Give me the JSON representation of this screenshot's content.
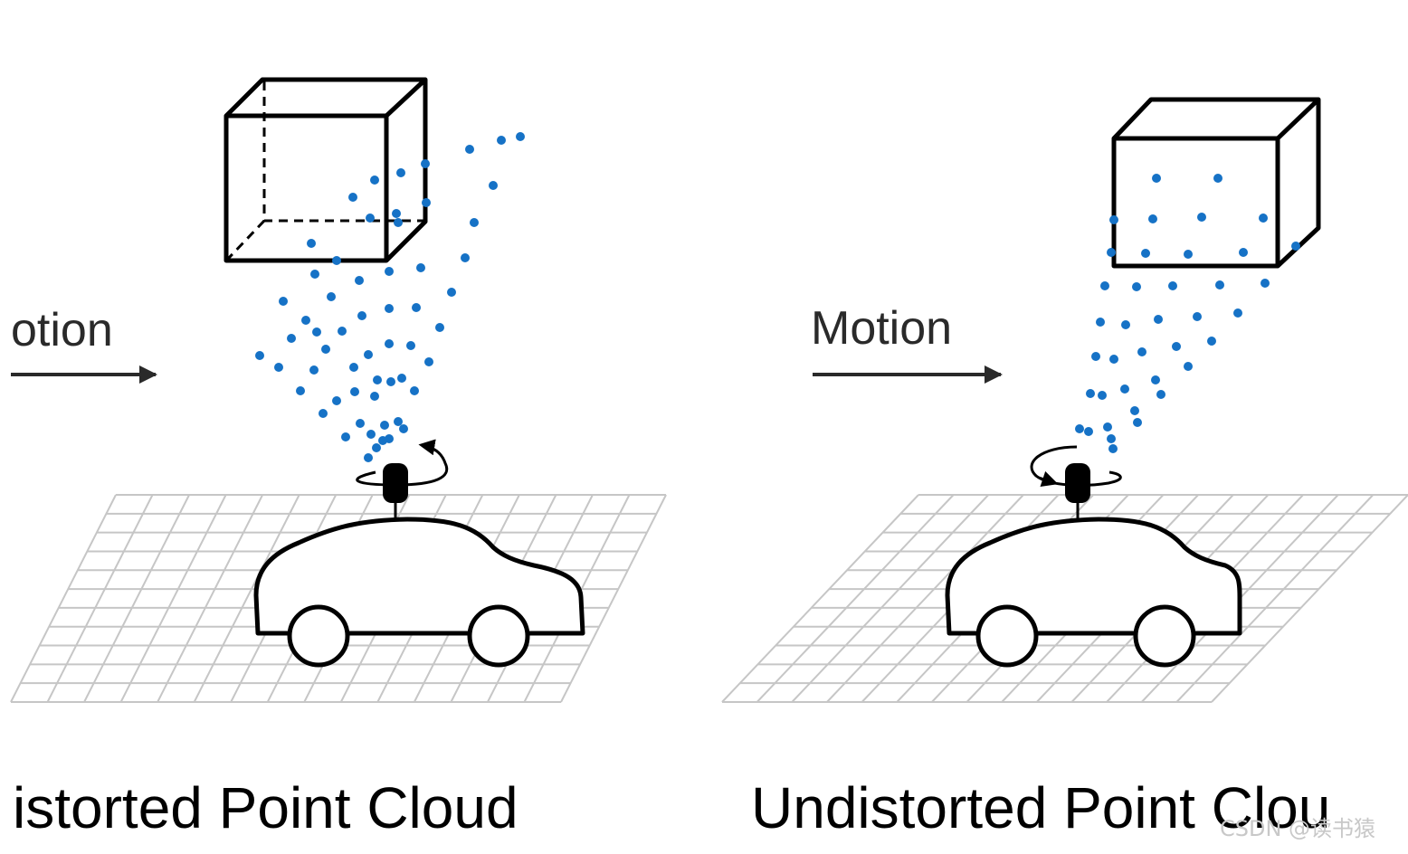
{
  "colors": {
    "point": "#1672c6",
    "ink": "#000000",
    "grid": "#c6c6c6",
    "motion": "#2a2a2a"
  },
  "left": {
    "motion_label": "otion",
    "caption": "istorted Point Cloud"
  },
  "right": {
    "motion_label": "Motion",
    "caption": "Undistorted Point Clou"
  },
  "watermark": "CSDN @读书猿",
  "icons": [
    "cube",
    "car",
    "lidar-sensor",
    "rotation-arrow",
    "motion-arrow",
    "ground-grid"
  ]
}
